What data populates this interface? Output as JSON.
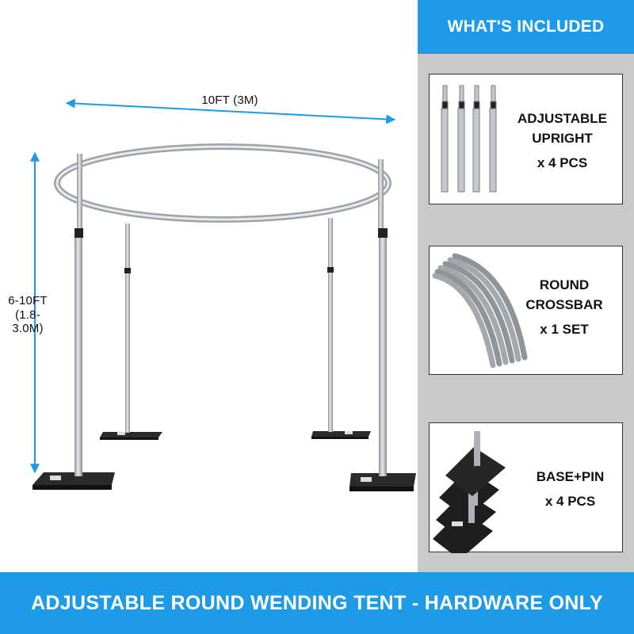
{
  "diagram": {
    "width_label": "10FT (3M)",
    "height_label_line1": "6-10FT",
    "height_label_line2": "(1.8-3.0M)",
    "arrow_color": "#1d9be8",
    "pole_color": "#b8bcc0",
    "base_color": "#2b2b2b"
  },
  "panel": {
    "header": "WHAT'S INCLUDED",
    "items": [
      {
        "line1": "ADJUSTABLE",
        "line2": "UPRIGHT",
        "line3": "x 4 PCS",
        "icon": "upright-poles-icon"
      },
      {
        "line1": "ROUND",
        "line2": "CROSSBAR",
        "line3": "x 1 SET",
        "icon": "curved-crossbar-icon"
      },
      {
        "line1": "BASE+PIN",
        "line2": "x 4 PCS",
        "icon": "base-plates-icon"
      }
    ]
  },
  "footer": {
    "title": "ADJUSTABLE ROUND WENDING TENT - HARDWARE ONLY"
  },
  "colors": {
    "accent": "#1d9be8",
    "panel_bg": "#c9c9c9"
  }
}
